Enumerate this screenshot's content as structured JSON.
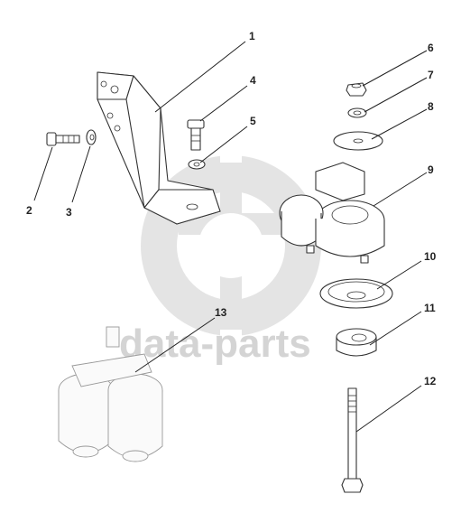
{
  "watermark": {
    "brand_text": "data-parts"
  },
  "callouts": [
    {
      "id": "1",
      "label": "1"
    },
    {
      "id": "2",
      "label": "2"
    },
    {
      "id": "3",
      "label": "3"
    },
    {
      "id": "4",
      "label": "4"
    },
    {
      "id": "5",
      "label": "5"
    },
    {
      "id": "6",
      "label": "6"
    },
    {
      "id": "7",
      "label": "7"
    },
    {
      "id": "8",
      "label": "8"
    },
    {
      "id": "9",
      "label": "9"
    },
    {
      "id": "10",
      "label": "10"
    },
    {
      "id": "11",
      "label": "11"
    },
    {
      "id": "12",
      "label": "12"
    },
    {
      "id": "13",
      "label": "13"
    }
  ]
}
